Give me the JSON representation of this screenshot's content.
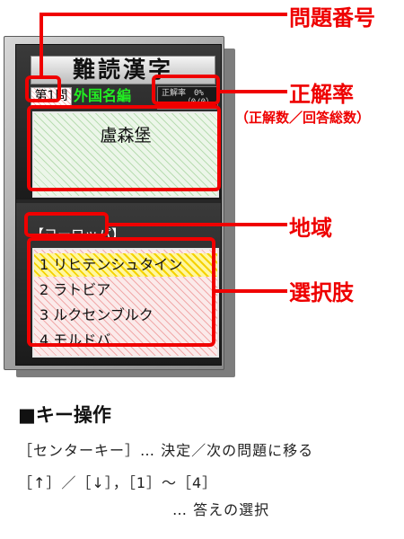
{
  "device": {
    "title_logo": "難読漢字",
    "question_number": "第1問",
    "category": "外国名編",
    "rate_label": "正解率　0%",
    "rate_counts": "（0/0）",
    "question_text": "盧森堡",
    "region": "【ヨーロッパ】",
    "choices": [
      {
        "label": "1 リヒテンシュタイン",
        "selected": true
      },
      {
        "label": "2 ラトビア",
        "selected": false
      },
      {
        "label": "3 ルクセンブルク",
        "selected": false
      },
      {
        "label": "4 モルドバ",
        "selected": false
      }
    ]
  },
  "annotations": {
    "question_number": "問題番号",
    "accuracy": "正解率",
    "accuracy_detail": "（正解数／回答総数）",
    "region": "地域",
    "choices": "選択肢",
    "color": "#f00000"
  },
  "key_help": {
    "title": "■キー操作",
    "line1": "［センターキー］… 決定／次の問題に移る",
    "line2": "［↑］／［↓］，［1］～［4］",
    "line3": "… 答えの選択"
  }
}
